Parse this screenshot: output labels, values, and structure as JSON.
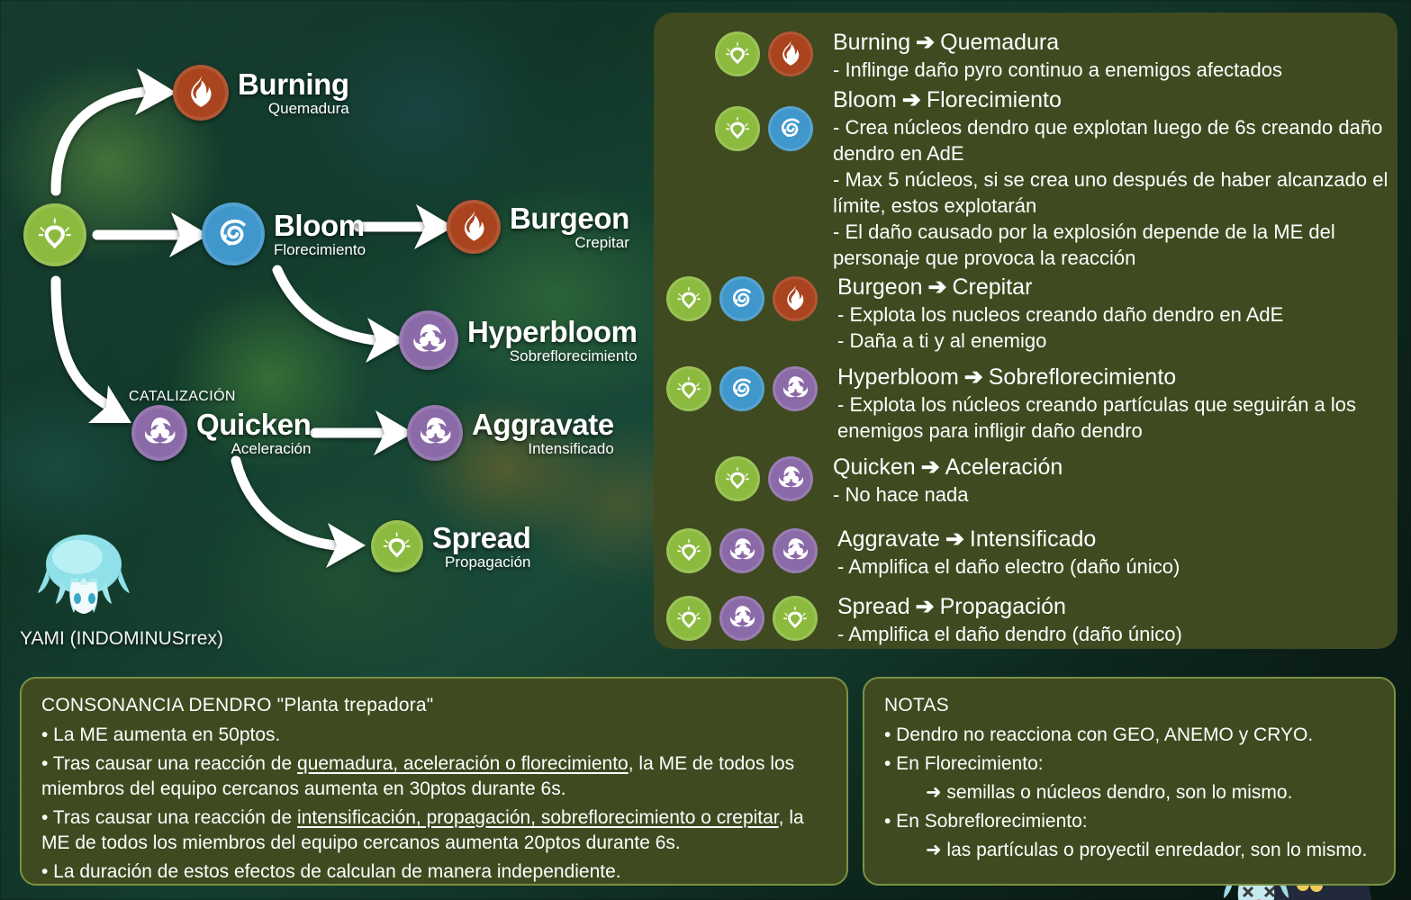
{
  "colors": {
    "dendro": "#8cba3f",
    "pyro": "#a9441f",
    "hydro": "#3f97cc",
    "electro": "#8b6aa8",
    "panel_bg": "#3f4a20",
    "panel_border": "#7a9144"
  },
  "diagram": {
    "catalizacion_label": "CATALIZACIÓN",
    "credit": "YAMI (INDOMINUSrrex)",
    "nodes": [
      {
        "id": "dendro-source",
        "element": "dendro",
        "en": "",
        "es": ""
      },
      {
        "id": "burning",
        "element": "pyro",
        "en": "Burning",
        "es": "Quemadura"
      },
      {
        "id": "bloom",
        "element": "hydro",
        "en": "Bloom",
        "es": "Florecimiento"
      },
      {
        "id": "burgeon",
        "element": "pyro",
        "en": "Burgeon",
        "es": "Crepitar"
      },
      {
        "id": "hyperbloom",
        "element": "electro",
        "en": "Hyperbloom",
        "es": "Sobreflorecimiento"
      },
      {
        "id": "quicken",
        "element": "electro",
        "en": "Quicken",
        "es": "Aceleración"
      },
      {
        "id": "aggravate",
        "element": "electro",
        "en": "Aggravate",
        "es": "Intensificado"
      },
      {
        "id": "spread",
        "element": "dendro",
        "en": "Spread",
        "es": "Propagación"
      }
    ]
  },
  "reactions": [
    {
      "id": "burning",
      "icons": [
        "dendro",
        "pyro"
      ],
      "en": "Burning",
      "arrow": "➔",
      "es": "Quemadura",
      "desc": [
        "- Inflinge daño pyro continuo a enemigos afectados"
      ]
    },
    {
      "id": "bloom",
      "icons": [
        "dendro",
        "hydro"
      ],
      "en": "Bloom",
      "arrow": "➔",
      "es": "Florecimiento",
      "desc": [
        "- Crea núcleos dendro que explotan luego de 6s creando daño dendro en AdE",
        "- Max 5 núcleos, si se crea uno después de haber alcanzado el límite, estos explotarán",
        "- El daño causado por la explosión depende de la ME del personaje que provoca la reacción"
      ]
    },
    {
      "id": "burgeon",
      "icons": [
        "dendro",
        "hydro",
        "pyro"
      ],
      "en": "Burgeon",
      "arrow": "➔",
      "es": "Crepitar",
      "desc": [
        "- Explota los nucleos creando daño dendro en AdE",
        "- Daña a ti y al enemigo"
      ]
    },
    {
      "id": "hyperbloom",
      "icons": [
        "dendro",
        "hydro",
        "electro"
      ],
      "en": "Hyperbloom",
      "arrow": "➔",
      "es": "Sobreflorecimiento",
      "desc": [
        "- Explota los núcleos creando partículas que seguirán a los enemigos para infligir daño dendro"
      ]
    },
    {
      "id": "quicken",
      "icons": [
        "dendro",
        "electro"
      ],
      "en": "Quicken",
      "arrow": "➔",
      "es": "Aceleración",
      "desc": [
        "- No hace nada"
      ]
    },
    {
      "id": "aggravate",
      "icons": [
        "dendro",
        "electro",
        "electro"
      ],
      "en": "Aggravate",
      "arrow": "➔",
      "es": "Intensificado",
      "desc": [
        "- Amplifica el daño electro (daño único)"
      ]
    },
    {
      "id": "spread",
      "icons": [
        "dendro",
        "electro",
        "dendro"
      ],
      "en": "Spread",
      "arrow": "➔",
      "es": "Propagación",
      "desc": [
        "- Amplifica el daño dendro (daño único)"
      ]
    }
  ],
  "consonancia": {
    "title": "CONSONANCIA DENDRO \"Planta trepadora\"",
    "lines": [
      "• La ME aumenta en 50ptos.",
      "• Tras causar una reacción de quemadura, aceleración o florecimiento, la ME de todos los miembros del equipo cercanos aumenta en 30ptos durante 6s.",
      "• Tras causar una reacción de intensificación, propagación, sobreflorecimiento o crepitar, la ME de todos los miembros del equipo cercanos aumenta 20ptos durante 6s.",
      "• La duración de estos efectos de calculan de manera independiente."
    ],
    "line1_pre": "• Tras causar una reacción de ",
    "line1_underline": "quemadura, aceleración o florecimiento",
    "line1_post": ", la ME de todos los miembros del equipo cercanos aumenta en 30ptos durante 6s.",
    "line2_pre": "• Tras causar una reacción de ",
    "line2_underline": "intensificación, propagación, sobreflorecimiento o crepitar",
    "line2_post": ", la ME de todos los miembros del equipo cercanos aumenta 20ptos durante 6s."
  },
  "notas": {
    "title": "NOTAS",
    "lines": [
      "• Dendro no reacciona con GEO, ANEMO y CRYO.",
      "• En Florecimiento:",
      "➜  semillas o núcleos dendro, son lo mismo.",
      "• En Sobreflorecimiento:",
      "➜  las partículas o proyectil enredador, son lo mismo."
    ]
  }
}
